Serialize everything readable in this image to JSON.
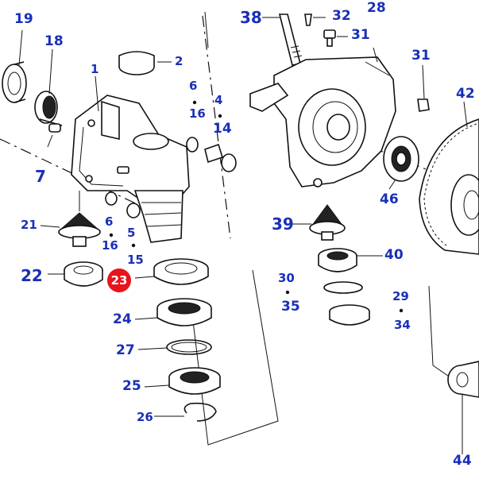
{
  "colors": {
    "callout_text": "#1a2fb8",
    "highlight_bg": "#e8141b",
    "highlight_text": "#ffffff",
    "line": "#111111"
  },
  "highlighted_part": "23",
  "callouts": {
    "c19": "19",
    "c18": "18",
    "c1": "1",
    "c2": "2",
    "c6a": "6",
    "c4": "4",
    "c16a": "16",
    "c14": "14",
    "c7": "7",
    "c21": "21",
    "c6b": "6",
    "c5": "5",
    "c16b": "16",
    "c15": "15",
    "c22": "22",
    "c23": "23",
    "c24": "24",
    "c27": "27",
    "c25": "25",
    "c26": "26",
    "c38": "38",
    "c32": "32",
    "c28": "28",
    "c31a": "31",
    "c31b": "31",
    "c42": "42",
    "c46": "46",
    "c39": "39",
    "c40": "40",
    "c30": "30",
    "c35": "35",
    "c29": "29",
    "c34": "34",
    "c44": "44"
  }
}
